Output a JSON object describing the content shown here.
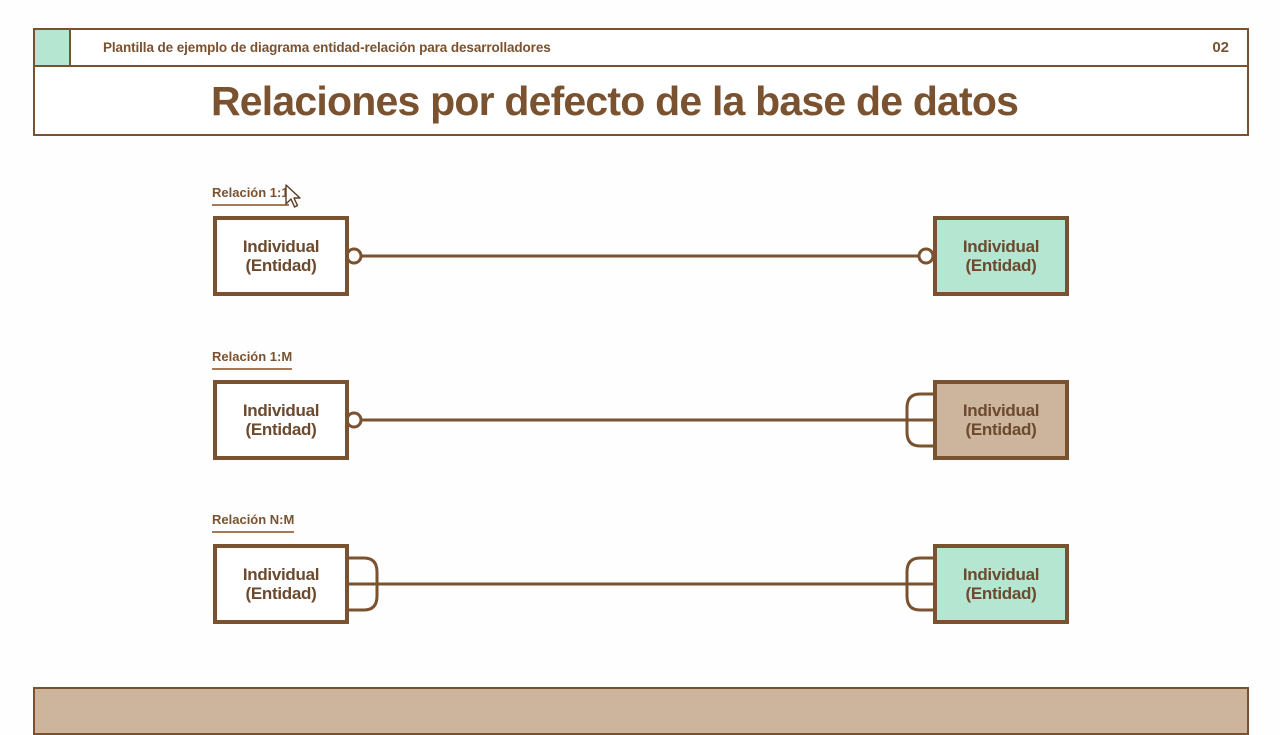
{
  "header": {
    "accent_color": "#B5E6D2",
    "title": "Plantilla de ejemplo de diagrama entidad-relación para desarrolladores",
    "page_number": "02",
    "slide_title": "Relaciones por defecto de la base de datos",
    "border_color": "#7A5230"
  },
  "theme": {
    "brown": "#7A5230",
    "text_brown": "#6B4A2E",
    "mint": "#B5E6D2",
    "tan": "#CDB49C",
    "white": "#FFFFFF",
    "underline": "#A5785A"
  },
  "relations": [
    {
      "label": "Relación 1:1",
      "left": {
        "name": "Individual",
        "type": "(Entidad)",
        "fill": "#FFFFFF",
        "connector": "circle"
      },
      "right": {
        "name": "Individual",
        "type": "(Entidad)",
        "fill": "#B5E6D2",
        "connector": "circle"
      }
    },
    {
      "label": "Relación 1:M",
      "left": {
        "name": "Individual",
        "type": "(Entidad)",
        "fill": "#FFFFFF",
        "connector": "circle"
      },
      "right": {
        "name": "Individual",
        "type": "(Entidad)",
        "fill": "#CDB49C",
        "connector": "crowsfoot"
      }
    },
    {
      "label": "Relación N:M",
      "left": {
        "name": "Individual",
        "type": "(Entidad)",
        "fill": "#FFFFFF",
        "connector": "crowsfoot"
      },
      "right": {
        "name": "Individual",
        "type": "(Entidad)",
        "fill": "#B5E6D2",
        "connector": "crowsfoot"
      }
    }
  ],
  "footer": {
    "fill": "#CDB49C"
  }
}
